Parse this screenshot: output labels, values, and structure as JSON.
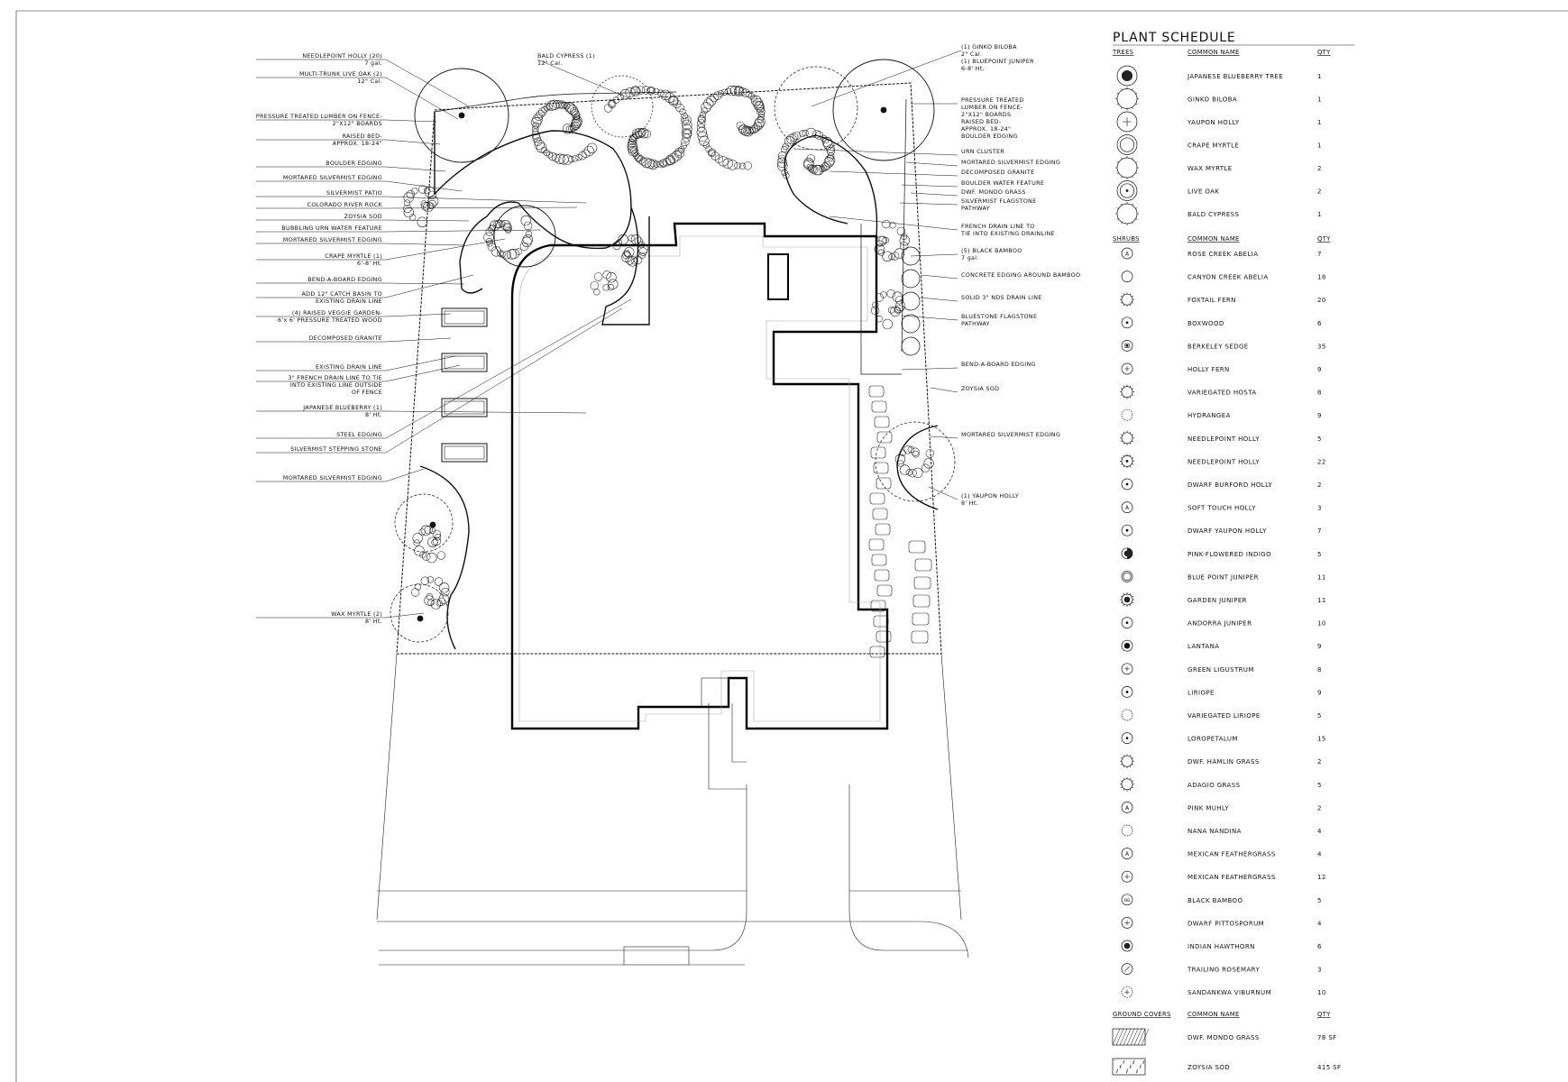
{
  "schedule": {
    "title": "PLANT SCHEDULE",
    "col_common": "COMMON NAME",
    "col_qty": "QTY",
    "trees_header": "TREES",
    "trees": [
      {
        "name": "JAPANESE BLUEBERRY TREE",
        "qty": "1",
        "symbol": "dense-tree-symbol"
      },
      {
        "name": "GINKO BILOBA",
        "qty": "1",
        "symbol": "cloud-tree-symbol"
      },
      {
        "name": "YAUPON HOLLY",
        "qty": "1",
        "symbol": "cross-tree-symbol"
      },
      {
        "name": "CRAPE MYRTLE",
        "qty": "1",
        "symbol": "double-ring-tree-symbol"
      },
      {
        "name": "WAX MYRTLE",
        "qty": "2",
        "symbol": "wavy-tree-symbol"
      },
      {
        "name": "LIVE OAK",
        "qty": "2",
        "symbol": "ring-dot-tree-symbol"
      },
      {
        "name": "BALD CYPRESS",
        "qty": "1",
        "symbol": "star-tree-symbol"
      }
    ],
    "shrubs_header": "SHRUBS",
    "shrubs": [
      {
        "name": "ROSE CREEK ABELIA",
        "qty": "7",
        "symbol": "a-symbol"
      },
      {
        "name": "CANYON CREEK ABELIA",
        "qty": "18",
        "symbol": "small-circle-symbol"
      },
      {
        "name": "FOXTAIL FERN",
        "qty": "20",
        "symbol": "fern-symbol"
      },
      {
        "name": "BOXWOOD",
        "qty": "6",
        "symbol": "dot-circle-symbol"
      },
      {
        "name": "BERKELEY SEDGE",
        "qty": "35",
        "symbol": "square-dot-symbol"
      },
      {
        "name": "HOLLY FERN",
        "qty": "9",
        "symbol": "cross-circle-symbol"
      },
      {
        "name": "VARIEGATED HOSTA",
        "qty": "8",
        "symbol": "star-symbol"
      },
      {
        "name": "HYDRANGEA",
        "qty": "9",
        "symbol": "dashed-circle-symbol"
      },
      {
        "name": "NEEDLEPOINT HOLLY",
        "qty": "5",
        "symbol": "spiky-circle-symbol"
      },
      {
        "name": "NEEDLEPOINT HOLLY",
        "qty": "22",
        "symbol": "spiky-dot-symbol"
      },
      {
        "name": "DWARF BURFORD HOLLY",
        "qty": "2",
        "symbol": "dot-circle-symbol"
      },
      {
        "name": "SOFT TOUCH HOLLY",
        "qty": "3",
        "symbol": "a-circle-symbol"
      },
      {
        "name": "DWARF YAUPON HOLLY",
        "qty": "7",
        "symbol": "dot-circle-symbol"
      },
      {
        "name": "PINK-FLOWERED INDIGO",
        "qty": "5",
        "symbol": "half-filled-symbol"
      },
      {
        "name": "BLUE POINT JUNIPER",
        "qty": "11",
        "symbol": "double-ring-symbol"
      },
      {
        "name": "GARDEN JUNIPER",
        "qty": "11",
        "symbol": "filled-burst-symbol"
      },
      {
        "name": "ANDORRA JUNIPER",
        "qty": "10",
        "symbol": "dot-circle-symbol"
      },
      {
        "name": "LANTANA",
        "qty": "9",
        "symbol": "filled-square-symbol"
      },
      {
        "name": "GREEN LIGUSTRUM",
        "qty": "8",
        "symbol": "plus-circle-symbol"
      },
      {
        "name": "LIRIOPE",
        "qty": "9",
        "symbol": "dot-circle-symbol"
      },
      {
        "name": "VARIEGATED LIRIOPE",
        "qty": "5",
        "symbol": "dashed-circle-symbol"
      },
      {
        "name": "LOROPETALUM",
        "qty": "15",
        "symbol": "dot-circle-symbol"
      },
      {
        "name": "DWF. HAMLIN GRASS",
        "qty": "2",
        "symbol": "spiky-circle-symbol"
      },
      {
        "name": "ADAGIO GRASS",
        "qty": "5",
        "symbol": "star-symbol"
      },
      {
        "name": "PINK MUHLY",
        "qty": "2",
        "symbol": "a-circle-symbol"
      },
      {
        "name": "NANA NANDINA",
        "qty": "4",
        "symbol": "dashed-circle-symbol"
      },
      {
        "name": "MEXICAN FEATHERGRASS",
        "qty": "4",
        "symbol": "a-small-symbol"
      },
      {
        "name": "MEXICAN FEATHERGRASS",
        "qty": "12",
        "symbol": "plus-circle-symbol"
      },
      {
        "name": "BLACK BAMBOO",
        "qty": "5",
        "symbol": "bamboo-symbol"
      },
      {
        "name": "DWARF PITTOSPORUM",
        "qty": "4",
        "symbol": "plus-circle-symbol"
      },
      {
        "name": "INDIAN HAWTHORN",
        "qty": "6",
        "symbol": "shaded-circle-symbol"
      },
      {
        "name": "TRAILING ROSEMARY",
        "qty": "3",
        "symbol": "slash-circle-symbol"
      },
      {
        "name": "SANDANKWA VIBURNUM",
        "qty": "10",
        "symbol": "plus-dashed-symbol"
      }
    ],
    "ground_header": "GROUND COVERS",
    "ground": [
      {
        "name": "DWF. MONDO GRASS",
        "qty": "78 SF",
        "symbol": "diagonal-hatch-symbol"
      },
      {
        "name": "ZOYSIA SOD",
        "qty": "415 SF",
        "symbol": "stipple-hatch-symbol"
      }
    ]
  },
  "callouts_left": [
    {
      "lines": [
        "NEEDLEPOINT HOLLY (20)",
        "7 gal."
      ]
    },
    {
      "lines": [
        "MULTI-TRUNK LIVE OAK (2)",
        "12\" Cal."
      ]
    },
    {
      "lines": [
        "PRESSURE TREATED LUMBER ON FENCE-",
        "2\"X12\" BOARDS"
      ]
    },
    {
      "lines": [
        "RAISED BED-",
        "APPROX. 18-24\""
      ]
    },
    {
      "lines": [
        "BOULDER EDGING"
      ]
    },
    {
      "lines": [
        "MORTARED SILVERMIST EDGING"
      ]
    },
    {
      "lines": [
        "SILVERMIST PATIO"
      ]
    },
    {
      "lines": [
        "COLORADO RIVER ROCK"
      ]
    },
    {
      "lines": [
        "ZOYSIA SOD"
      ]
    },
    {
      "lines": [
        "BUBBLING URN WATER FEATURE"
      ]
    },
    {
      "lines": [
        "MORTARED SILVERMIST EDGING"
      ]
    },
    {
      "lines": [
        "CRAPE MYRTLE (1)",
        "6'-8' Ht."
      ]
    },
    {
      "lines": [
        "BEND-A-BOARD EDGING"
      ]
    },
    {
      "lines": [
        "ADD 12\" CATCH BASIN TO",
        "EXISTING DRAIN LINE"
      ]
    },
    {
      "lines": [
        "(4) RAISED VEGGIE GARDEN-",
        "6'x 6' PRESSURE TREATED WOOD"
      ]
    },
    {
      "lines": [
        "DECOMPOSED GRANITE"
      ]
    },
    {
      "lines": [
        "EXISTING DRAIN LINE"
      ]
    },
    {
      "lines": [
        "3\" FRENCH DRAIN LINE TO TIE",
        "INTO EXISTING LINE OUTSIDE",
        "OF FENCE"
      ]
    },
    {
      "lines": [
        "JAPANESE BLUEBERRY (1)",
        "8' Ht."
      ]
    },
    {
      "lines": [
        "STEEL EDGING"
      ]
    },
    {
      "lines": [
        "SILVERMIST STEPPING STONE"
      ]
    },
    {
      "lines": [
        "MORTARED SILVERMIST EDGING"
      ]
    },
    {
      "lines": [
        "WAX MYRTLE (2)",
        "8' Ht."
      ]
    }
  ],
  "callouts_top": [
    {
      "lines": [
        "BALD CYPRESS (1)",
        "12\" Cal."
      ]
    },
    {
      "lines": [
        "(1) GINKO BILOBA",
        "2\" Cal.",
        "(1) BLUEPOINT JUNIPER",
        "6-8' Ht."
      ]
    }
  ],
  "callouts_right": [
    {
      "lines": [
        "PRESSURE TREATED",
        "LUMBER ON FENCE-",
        "2\"X12\" BOARDS",
        "RAISED BED-",
        "APPROX. 18-24\"",
        "BOULDER EDGING"
      ]
    },
    {
      "lines": [
        "URN CLUSTER"
      ]
    },
    {
      "lines": [
        "MORTARED SILVERMIST EDGING"
      ]
    },
    {
      "lines": [
        "DECOMPOSED GRANITE"
      ]
    },
    {
      "lines": [
        "BOULDER WATER FEATURE"
      ]
    },
    {
      "lines": [
        "DWF. MONDO GRASS"
      ]
    },
    {
      "lines": [
        "SILVERMIST FLAGSTONE",
        "PATHWAY"
      ]
    },
    {
      "lines": [
        "FRENCH DRAIN LINE TO",
        "TIE INTO EXISTING DRAINLINE"
      ]
    },
    {
      "lines": [
        "(5) BLACK BAMBOO",
        "7 gal."
      ]
    },
    {
      "lines": [
        "CONCRETE EDGING AROUND BAMBOO"
      ]
    },
    {
      "lines": [
        "SOLID 3\" NDS DRAIN LINE"
      ]
    },
    {
      "lines": [
        "BLUESTONE FLAGSTONE",
        "PATHWAY"
      ]
    },
    {
      "lines": [
        "BEND-A-BOARD EDGING"
      ]
    },
    {
      "lines": [
        "ZOYSIA SOD"
      ]
    },
    {
      "lines": [
        "MORTARED SILVERMIST EDGING"
      ]
    },
    {
      "lines": [
        "(1) YAUPON HOLLY",
        "8' Ht."
      ]
    }
  ]
}
